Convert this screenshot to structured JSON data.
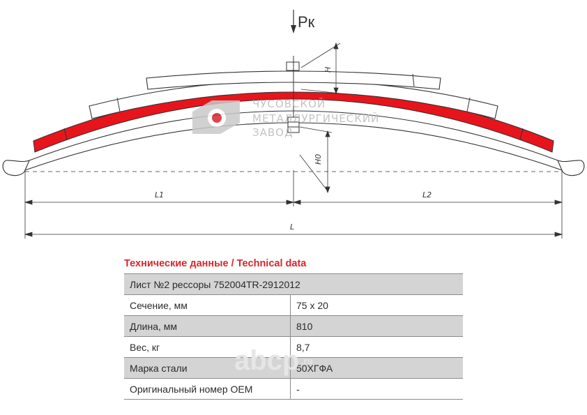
{
  "drawing": {
    "load_label": "Pк",
    "dim_h": "H",
    "dim_h0": "H0",
    "dim_l1": "L1",
    "dim_l2": "L2",
    "dim_l": "L",
    "highlight_color": "#e8141c"
  },
  "logo": {
    "line1": "ЧУСОВСКОЙ",
    "line2": "МЕТАЛЛУРГИЧЕСКИЙ",
    "line3": "ЗАВОД",
    "accent_color": "#d8262c"
  },
  "watermark": {
    "text": "abcp",
    "suffix": ".ru"
  },
  "table": {
    "title": "Технические данные / Technical data",
    "header": "Лист №2 рессоры 752004TR-2912012",
    "rows": [
      {
        "label": "Сечение, мм",
        "value": "75 x 20"
      },
      {
        "label": "Длина, мм",
        "value": "810"
      },
      {
        "label": "Вес, кг",
        "value": "8,7"
      },
      {
        "label": "Марка стали",
        "value": "50ХГФА"
      },
      {
        "label": "Оригинальный номер ОЕМ",
        "value": "-"
      }
    ]
  }
}
